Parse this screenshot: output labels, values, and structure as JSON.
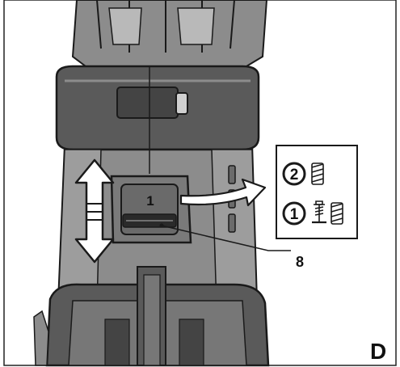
{
  "figure": {
    "label": "D",
    "selector_number": "1",
    "callout_number": "8"
  },
  "legend": {
    "items": [
      {
        "number": "2",
        "icons": [
          "drill-bit-icon"
        ]
      },
      {
        "number": "1",
        "icons": [
          "screw-icon",
          "drill-bit-icon"
        ]
      }
    ]
  },
  "colors": {
    "body_dark": "#5a5a5a",
    "body_mid": "#8c8c8c",
    "body_light": "#b9b9b9",
    "outline": "#1a1a1a",
    "arrow": "#ffffff"
  }
}
